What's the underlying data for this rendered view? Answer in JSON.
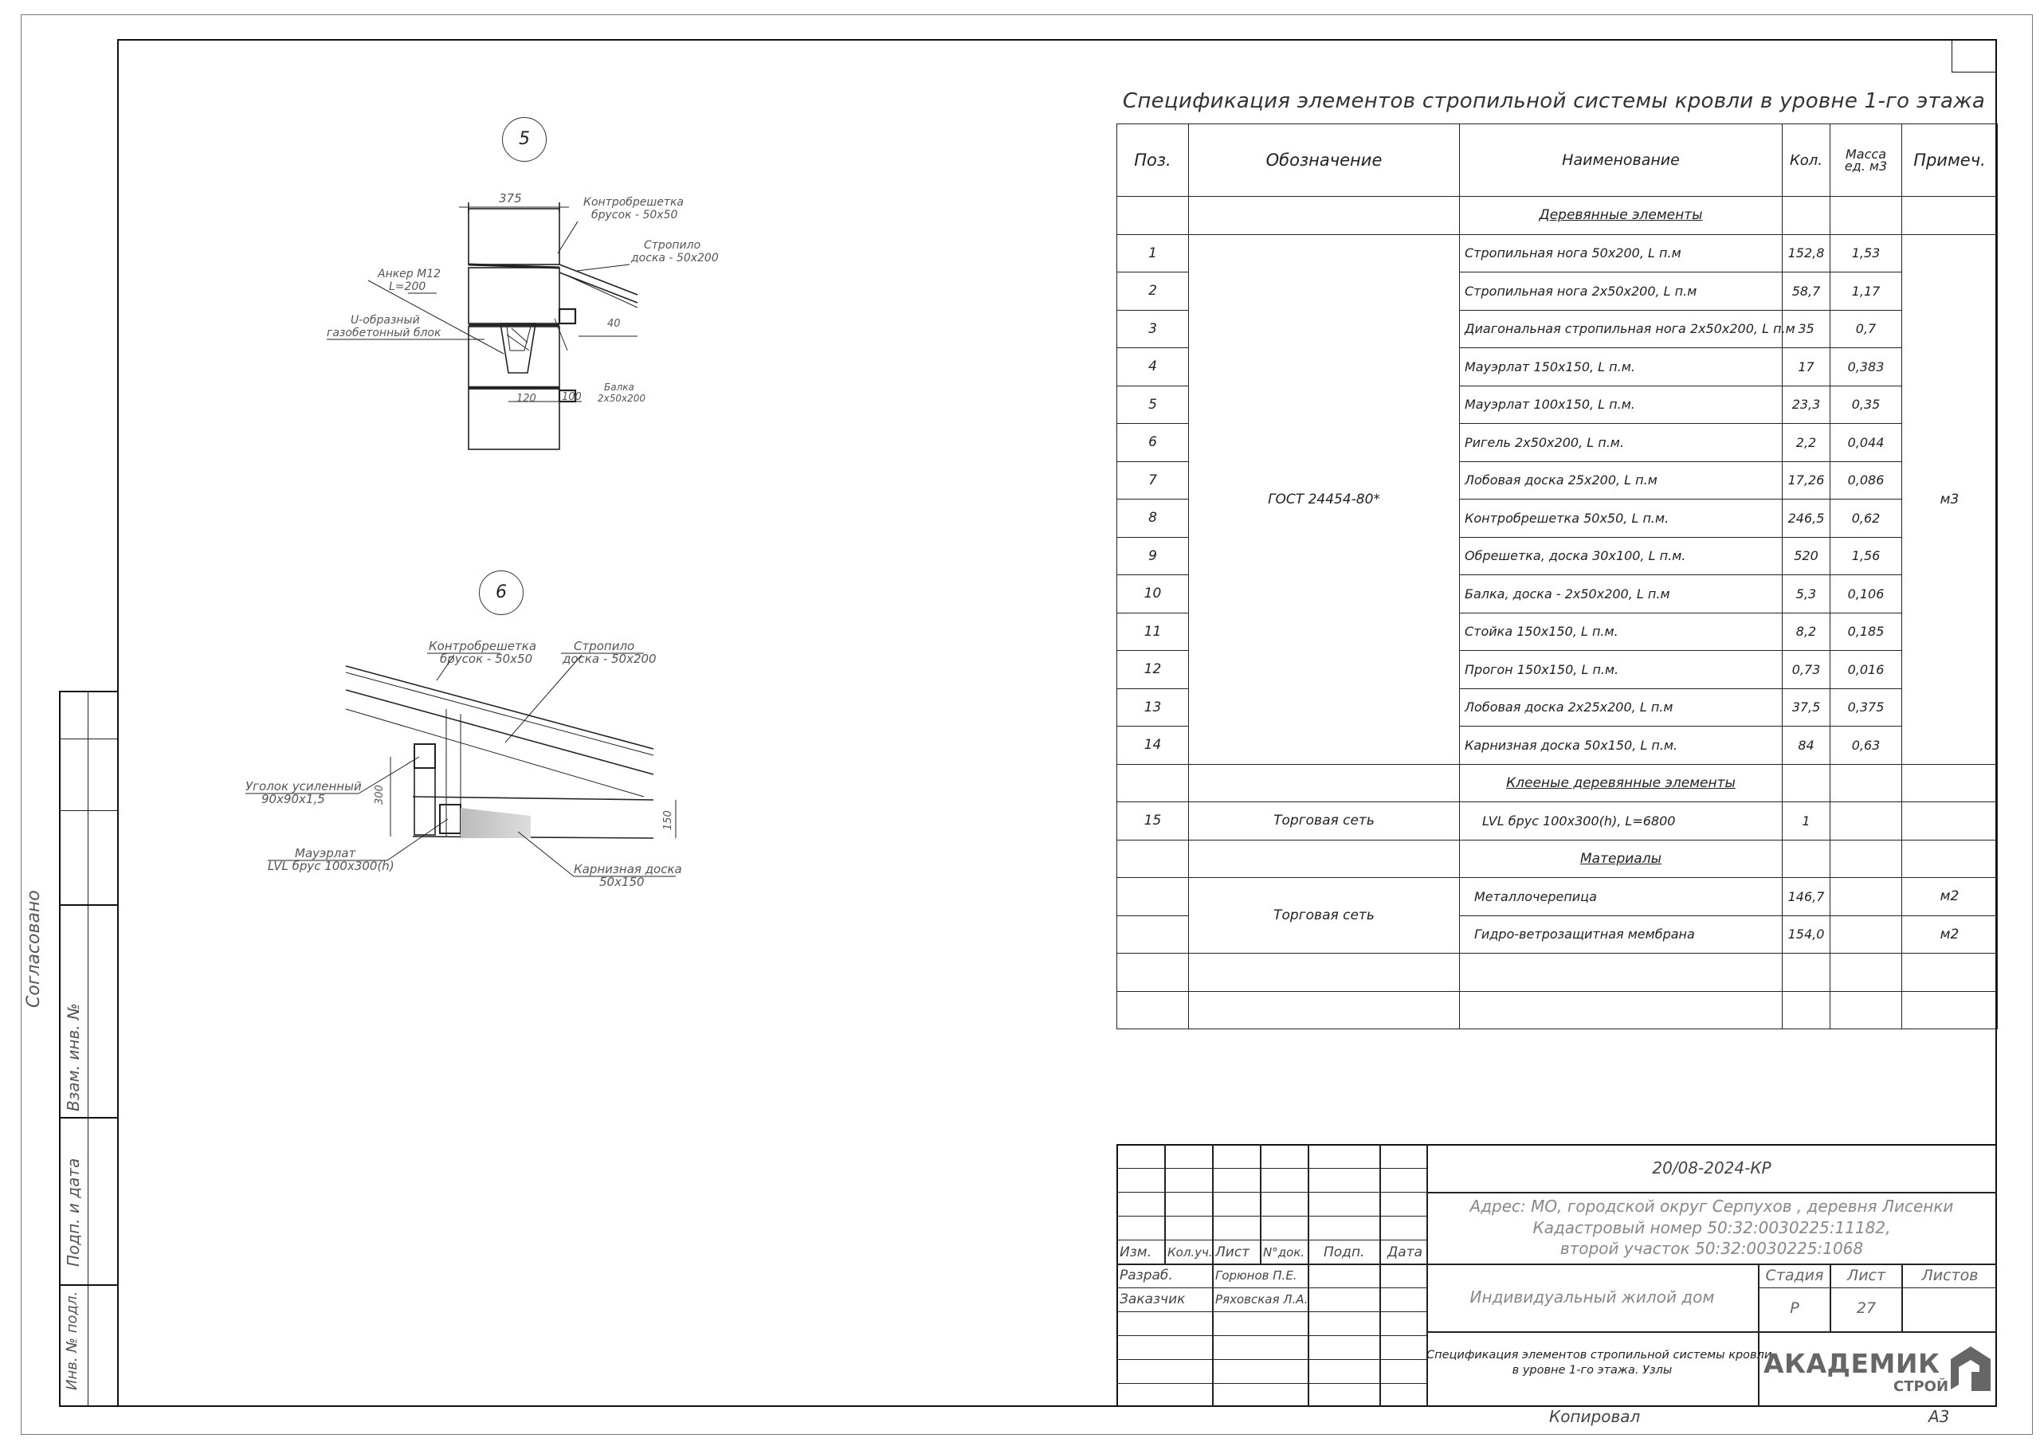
{
  "sheet": {
    "spec_title": "Спецификация элементов стропильной системы кровли в уровне 1-го этажа",
    "copied": "Копировал",
    "format": "А3"
  },
  "left_strip": {
    "agreed": "Согласовано",
    "inv_replace": "Взам. инв. №",
    "sign_date": "Подп. и дата",
    "inv_orig": "Инв. № подл."
  },
  "spec_table": {
    "headers": [
      "Поз.",
      "Обозначение",
      "Наименование",
      "Кол.",
      "Масса ед. м3",
      "Примеч."
    ],
    "group_wood": "Деревянные элементы",
    "group_glued": "Клееные деревянные элементы",
    "group_materials": "Материалы",
    "gost": "ГОСТ 24454-80*",
    "note_m3": "м3",
    "rows": [
      {
        "pos": "1",
        "name": "Стропильная нога 50х200, L п.м",
        "qty": "152,8",
        "mass": "1,53"
      },
      {
        "pos": "2",
        "name": "Стропильная нога 2х50х200, L п.м",
        "qty": "58,7",
        "mass": "1,17"
      },
      {
        "pos": "3",
        "name": "Диагональная стропильная нога 2х50х200, L п.м",
        "qty": "35",
        "mass": "0,7"
      },
      {
        "pos": "4",
        "name": "Мауэрлат 150х150, L п.м.",
        "qty": "17",
        "mass": "0,383"
      },
      {
        "pos": "5",
        "name": "Мауэрлат 100х150, L п.м.",
        "qty": "23,3",
        "mass": "0,35"
      },
      {
        "pos": "6",
        "name": "Ригель 2х50х200, L п.м.",
        "qty": "2,2",
        "mass": "0,044"
      },
      {
        "pos": "7",
        "name": "Лобовая доска 25х200, L п.м",
        "qty": "17,26",
        "mass": "0,086"
      },
      {
        "pos": "8",
        "name": "Контробрешетка 50х50, L п.м.",
        "qty": "246,5",
        "mass": "0,62"
      },
      {
        "pos": "9",
        "name": "Обрешетка, доска 30х100, L п.м.",
        "qty": "520",
        "mass": "1,56"
      },
      {
        "pos": "10",
        "name": "Балка, доска - 2х50х200, L п.м",
        "qty": "5,3",
        "mass": "0,106"
      },
      {
        "pos": "11",
        "name": "Стойка 150х150, L п.м.",
        "qty": "8,2",
        "mass": "0,185"
      },
      {
        "pos": "12",
        "name": "Прогон 150х150, L п.м.",
        "qty": "0,73",
        "mass": "0,016"
      },
      {
        "pos": "13",
        "name": "Лобовая доска 2х25х200, L п.м",
        "qty": "37,5",
        "mass": "0,375"
      },
      {
        "pos": "14",
        "name": "Карнизная доска 50х150, L п.м.",
        "qty": "84",
        "mass": "0,63"
      }
    ],
    "glued_row": {
      "pos": "15",
      "designation": "Торговая сеть",
      "name": "LVL брус 100х300(h), L=6800",
      "qty": "1"
    },
    "materials_designation": "Торговая сеть",
    "materials": [
      {
        "name": "Металлочерепица",
        "qty": "146,7",
        "note": "м2"
      },
      {
        "name": "Гидро-ветрозащитная мембрана",
        "qty": "154,0",
        "note": "м2"
      }
    ]
  },
  "title_block": {
    "code": "20/08-2024-КР",
    "address_1": "Адрес: МО, городской округ Серпухов , деревня Лисенки",
    "address_2": "Кадастровый номер 50:32:0030225:11182,",
    "address_3": "второй участок 50:32:0030225:1068",
    "cols": [
      "Изм.",
      "Кол.уч.",
      "Лист",
      "N°док.",
      "Подп.",
      "Дата"
    ],
    "dev_label": "Разраб.",
    "dev_name": "Горюнов П.Е.",
    "client_label": "Заказчик",
    "client_name": "Ряховская Л.А.",
    "object": "Индивидуальный жилой дом",
    "stage_label": "Стадия",
    "sheet_label": "Лист",
    "sheets_label": "Листов",
    "stage": "Р",
    "sheet": "27",
    "sheet_title_1": "Спецификация элементов стропильной системы кровли",
    "sheet_title_2": "в уровне 1-го этажа. Узлы",
    "logo_main": "АКАДЕМИК",
    "logo_sub": "СТРОЙ"
  },
  "node5": {
    "number": "5",
    "dim_top": "375",
    "counter_batten": "Контробрешетка",
    "counter_batten_size": "брусок - 50х50",
    "rafter": "Стропило",
    "rafter_size": "доска - 50х200",
    "anchor": "Анкер М12",
    "anchor_len": "L=200",
    "u_block_1": "U-образный",
    "u_block_2": "газобетонный блок",
    "dim_40": "40",
    "dim_120": "120",
    "dim_100": "100",
    "beam": "Балка",
    "beam_size": "2х50х200"
  },
  "node6": {
    "number": "6",
    "counter_batten": "Контробрешетка",
    "counter_batten_size": "брусок - 50х50",
    "rafter": "Стропило",
    "rafter_size": "доска - 50х200",
    "angle": "Уголок усиленный",
    "angle_size": "90х90х1,5",
    "dim_300": "300",
    "dim_150": "150",
    "mauerlat": "Мауэрлат",
    "mauerlat_size": "LVL брус 100х300(h)",
    "eaves": "Карнизная доска",
    "eaves_size": "50х150"
  },
  "colors": {
    "line": "#222222",
    "text": "#333333",
    "hatch": "#bbbbbb",
    "logo": "#666666"
  }
}
